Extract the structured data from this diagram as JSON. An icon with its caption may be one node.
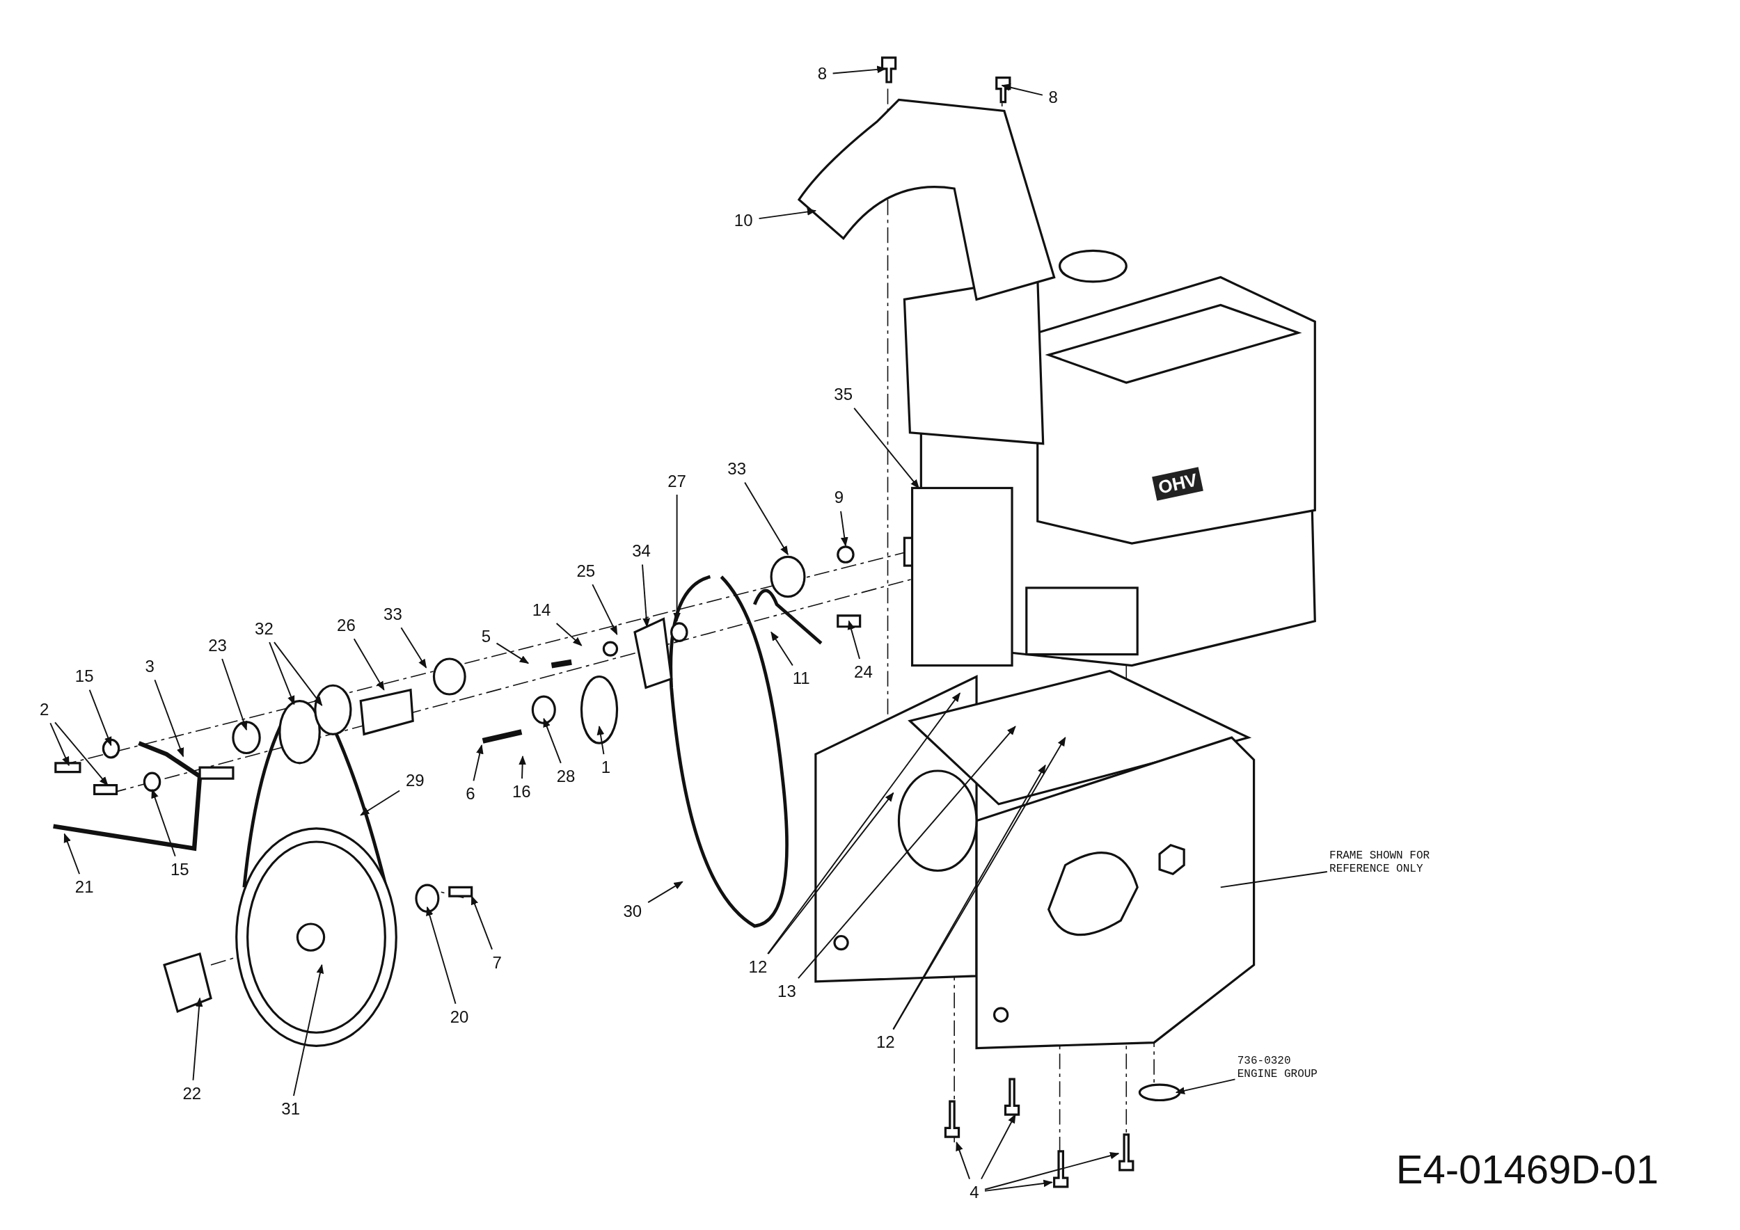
{
  "diagram": {
    "nodes": [
      {
        "text": [
          "8"
        ]
      },
      {
        "text": [
          "8"
        ]
      },
      {
        "text": [
          "10"
        ]
      },
      {
        "text": [
          "35"
        ]
      },
      {
        "text": [
          "33"
        ]
      },
      {
        "text": [
          "27"
        ]
      },
      {
        "text": [
          "9"
        ]
      },
      {
        "text": [
          "25"
        ]
      },
      {
        "text": [
          "34"
        ]
      },
      {
        "text": [
          "14"
        ]
      },
      {
        "text": [
          "5"
        ]
      },
      {
        "text": [
          "33"
        ]
      },
      {
        "text": [
          "26"
        ]
      },
      {
        "text": [
          "32"
        ]
      },
      {
        "text": [
          "23"
        ]
      },
      {
        "text": [
          "3"
        ]
      },
      {
        "text": [
          "15"
        ]
      },
      {
        "text": [
          "2"
        ]
      },
      {
        "text": [
          "15"
        ]
      },
      {
        "text": [
          "21"
        ]
      },
      {
        "text": [
          "29"
        ]
      },
      {
        "text": [
          "6"
        ]
      },
      {
        "text": [
          "16"
        ]
      },
      {
        "text": [
          "28"
        ]
      },
      {
        "text": [
          "1"
        ]
      },
      {
        "text": [
          "11"
        ]
      },
      {
        "text": [
          "24"
        ]
      },
      {
        "text": [
          "30"
        ]
      },
      {
        "text": [
          "7"
        ]
      },
      {
        "text": [
          "20"
        ]
      },
      {
        "text": [
          "22"
        ]
      },
      {
        "text": [
          "31"
        ]
      },
      {
        "text": [
          "12"
        ]
      },
      {
        "text": [
          "13"
        ]
      },
      {
        "text": [
          "12"
        ]
      },
      {
        "text": [
          "FRAME SHOWN FOR REFERENCE ONLY"
        ]
      },
      {
        "text": [
          "736-0320 ENGINE GROUP"
        ]
      },
      {
        "text": [
          "4"
        ]
      }
    ],
    "edges": [
      {
        "from": 0,
        "to": null,
        "arrow": "to"
      },
      {
        "from": 1,
        "to": null,
        "arrow": "to"
      },
      {
        "from": 2,
        "to": null,
        "arrow": "to"
      },
      {
        "from": 3,
        "to": null,
        "arrow": "to"
      },
      {
        "from": 4,
        "to": null,
        "arrow": "to"
      },
      {
        "from": 5,
        "to": null,
        "arrow": "to"
      },
      {
        "from": 6,
        "to": null,
        "arrow": "to"
      },
      {
        "from": 7,
        "to": null,
        "arrow": "to"
      },
      {
        "from": 8,
        "to": null,
        "arrow": "to"
      },
      {
        "from": 9,
        "to": null,
        "arrow": "to"
      },
      {
        "from": 10,
        "to": null,
        "arrow": "to"
      },
      {
        "from": 11,
        "to": null,
        "arrow": "to"
      },
      {
        "from": 12,
        "to": null,
        "arrow": "to"
      },
      {
        "from": 13,
        "to": null,
        "arrow": "to"
      },
      {
        "from": 13,
        "to": null,
        "arrow": "to"
      },
      {
        "from": 14,
        "to": null,
        "arrow": "to"
      },
      {
        "from": 15,
        "to": null,
        "arrow": "to"
      },
      {
        "from": 16,
        "to": null,
        "arrow": "to"
      },
      {
        "from": 17,
        "to": null,
        "arrow": "to"
      },
      {
        "from": 17,
        "to": null,
        "arrow": "to"
      },
      {
        "from": 18,
        "to": null,
        "arrow": "to"
      },
      {
        "from": 19,
        "to": null,
        "arrow": "to"
      },
      {
        "from": 20,
        "to": null,
        "arrow": "to"
      },
      {
        "from": 21,
        "to": null,
        "arrow": "to"
      },
      {
        "from": 22,
        "to": null,
        "arrow": "to"
      },
      {
        "from": 23,
        "to": null,
        "arrow": "to"
      },
      {
        "from": 24,
        "to": null,
        "arrow": "to"
      },
      {
        "from": 25,
        "to": null,
        "arrow": "to"
      },
      {
        "from": 26,
        "to": null,
        "arrow": "to"
      },
      {
        "from": 27,
        "to": null,
        "arrow": "to"
      },
      {
        "from": 28,
        "to": null,
        "arrow": "to"
      },
      {
        "from": 29,
        "to": null,
        "arrow": "to"
      },
      {
        "from": 30,
        "to": null,
        "arrow": "to"
      },
      {
        "from": 31,
        "to": null,
        "arrow": "to"
      },
      {
        "from": 32,
        "to": null,
        "arrow": "to"
      },
      {
        "from": 32,
        "to": null,
        "arrow": "to"
      },
      {
        "from": 33,
        "to": null,
        "arrow": "to"
      },
      {
        "from": 34,
        "to": null,
        "arrow": "to"
      },
      {
        "from": 34,
        "to": null,
        "arrow": "to"
      },
      {
        "from": 35,
        "to": null,
        "arrow": "none"
      },
      {
        "from": 36,
        "to": null,
        "arrow": "to"
      },
      {
        "from": 37,
        "to": null,
        "arrow": "to"
      },
      {
        "from": 37,
        "to": null,
        "arrow": "to"
      },
      {
        "from": 37,
        "to": null,
        "arrow": "to"
      },
      {
        "from": 37,
        "to": null,
        "arrow": "to"
      }
    ],
    "labels": [
      "OHV",
      "E4-01469D-01"
    ]
  }
}
